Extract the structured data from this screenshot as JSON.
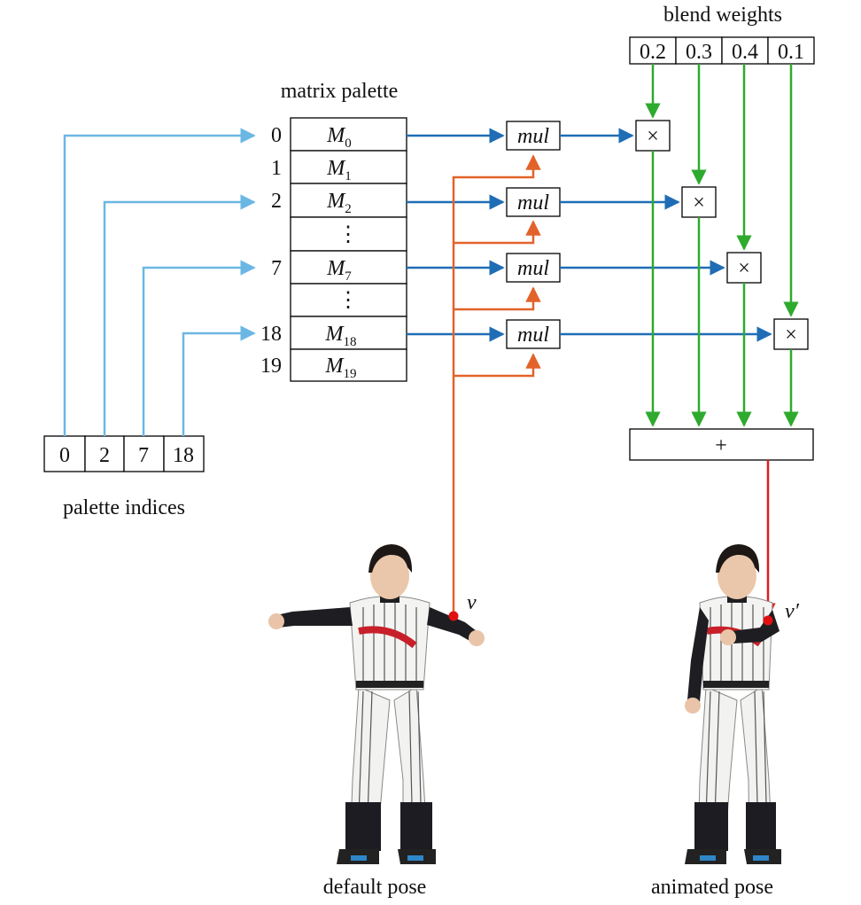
{
  "labels": {
    "blend_weights": "blend weights",
    "matrix_palette": "matrix palette",
    "palette_indices": "palette indices",
    "default_pose": "default pose",
    "animated_pose": "animated pose",
    "v": "v",
    "v_prime": "v′",
    "mul": "mul",
    "times": "×",
    "plus": "+"
  },
  "blend_weights": [
    "0.2",
    "0.3",
    "0.4",
    "0.1"
  ],
  "palette_indices": [
    "0",
    "2",
    "7",
    "18"
  ],
  "matrix_palette": [
    {
      "index": "0",
      "letter": "M",
      "sub": "0"
    },
    {
      "index": "1",
      "letter": "M",
      "sub": "1"
    },
    {
      "index": "2",
      "letter": "M",
      "sub": "2"
    },
    {
      "index": "",
      "letter": "⋮",
      "sub": ""
    },
    {
      "index": "7",
      "letter": "M",
      "sub": "7"
    },
    {
      "index": "",
      "letter": "⋮",
      "sub": ""
    },
    {
      "index": "18",
      "letter": "M",
      "sub": "18"
    },
    {
      "index": "19",
      "letter": "M",
      "sub": "19"
    }
  ],
  "colors": {
    "index_arrow": "#6bb7e4",
    "matrix_arrow": "#1f6db5",
    "vertex_arrow": "#e2632a",
    "weight_arrow": "#2eaa2e",
    "result_arrow": "#e01d1d",
    "vertex_dot": "#e01010"
  }
}
